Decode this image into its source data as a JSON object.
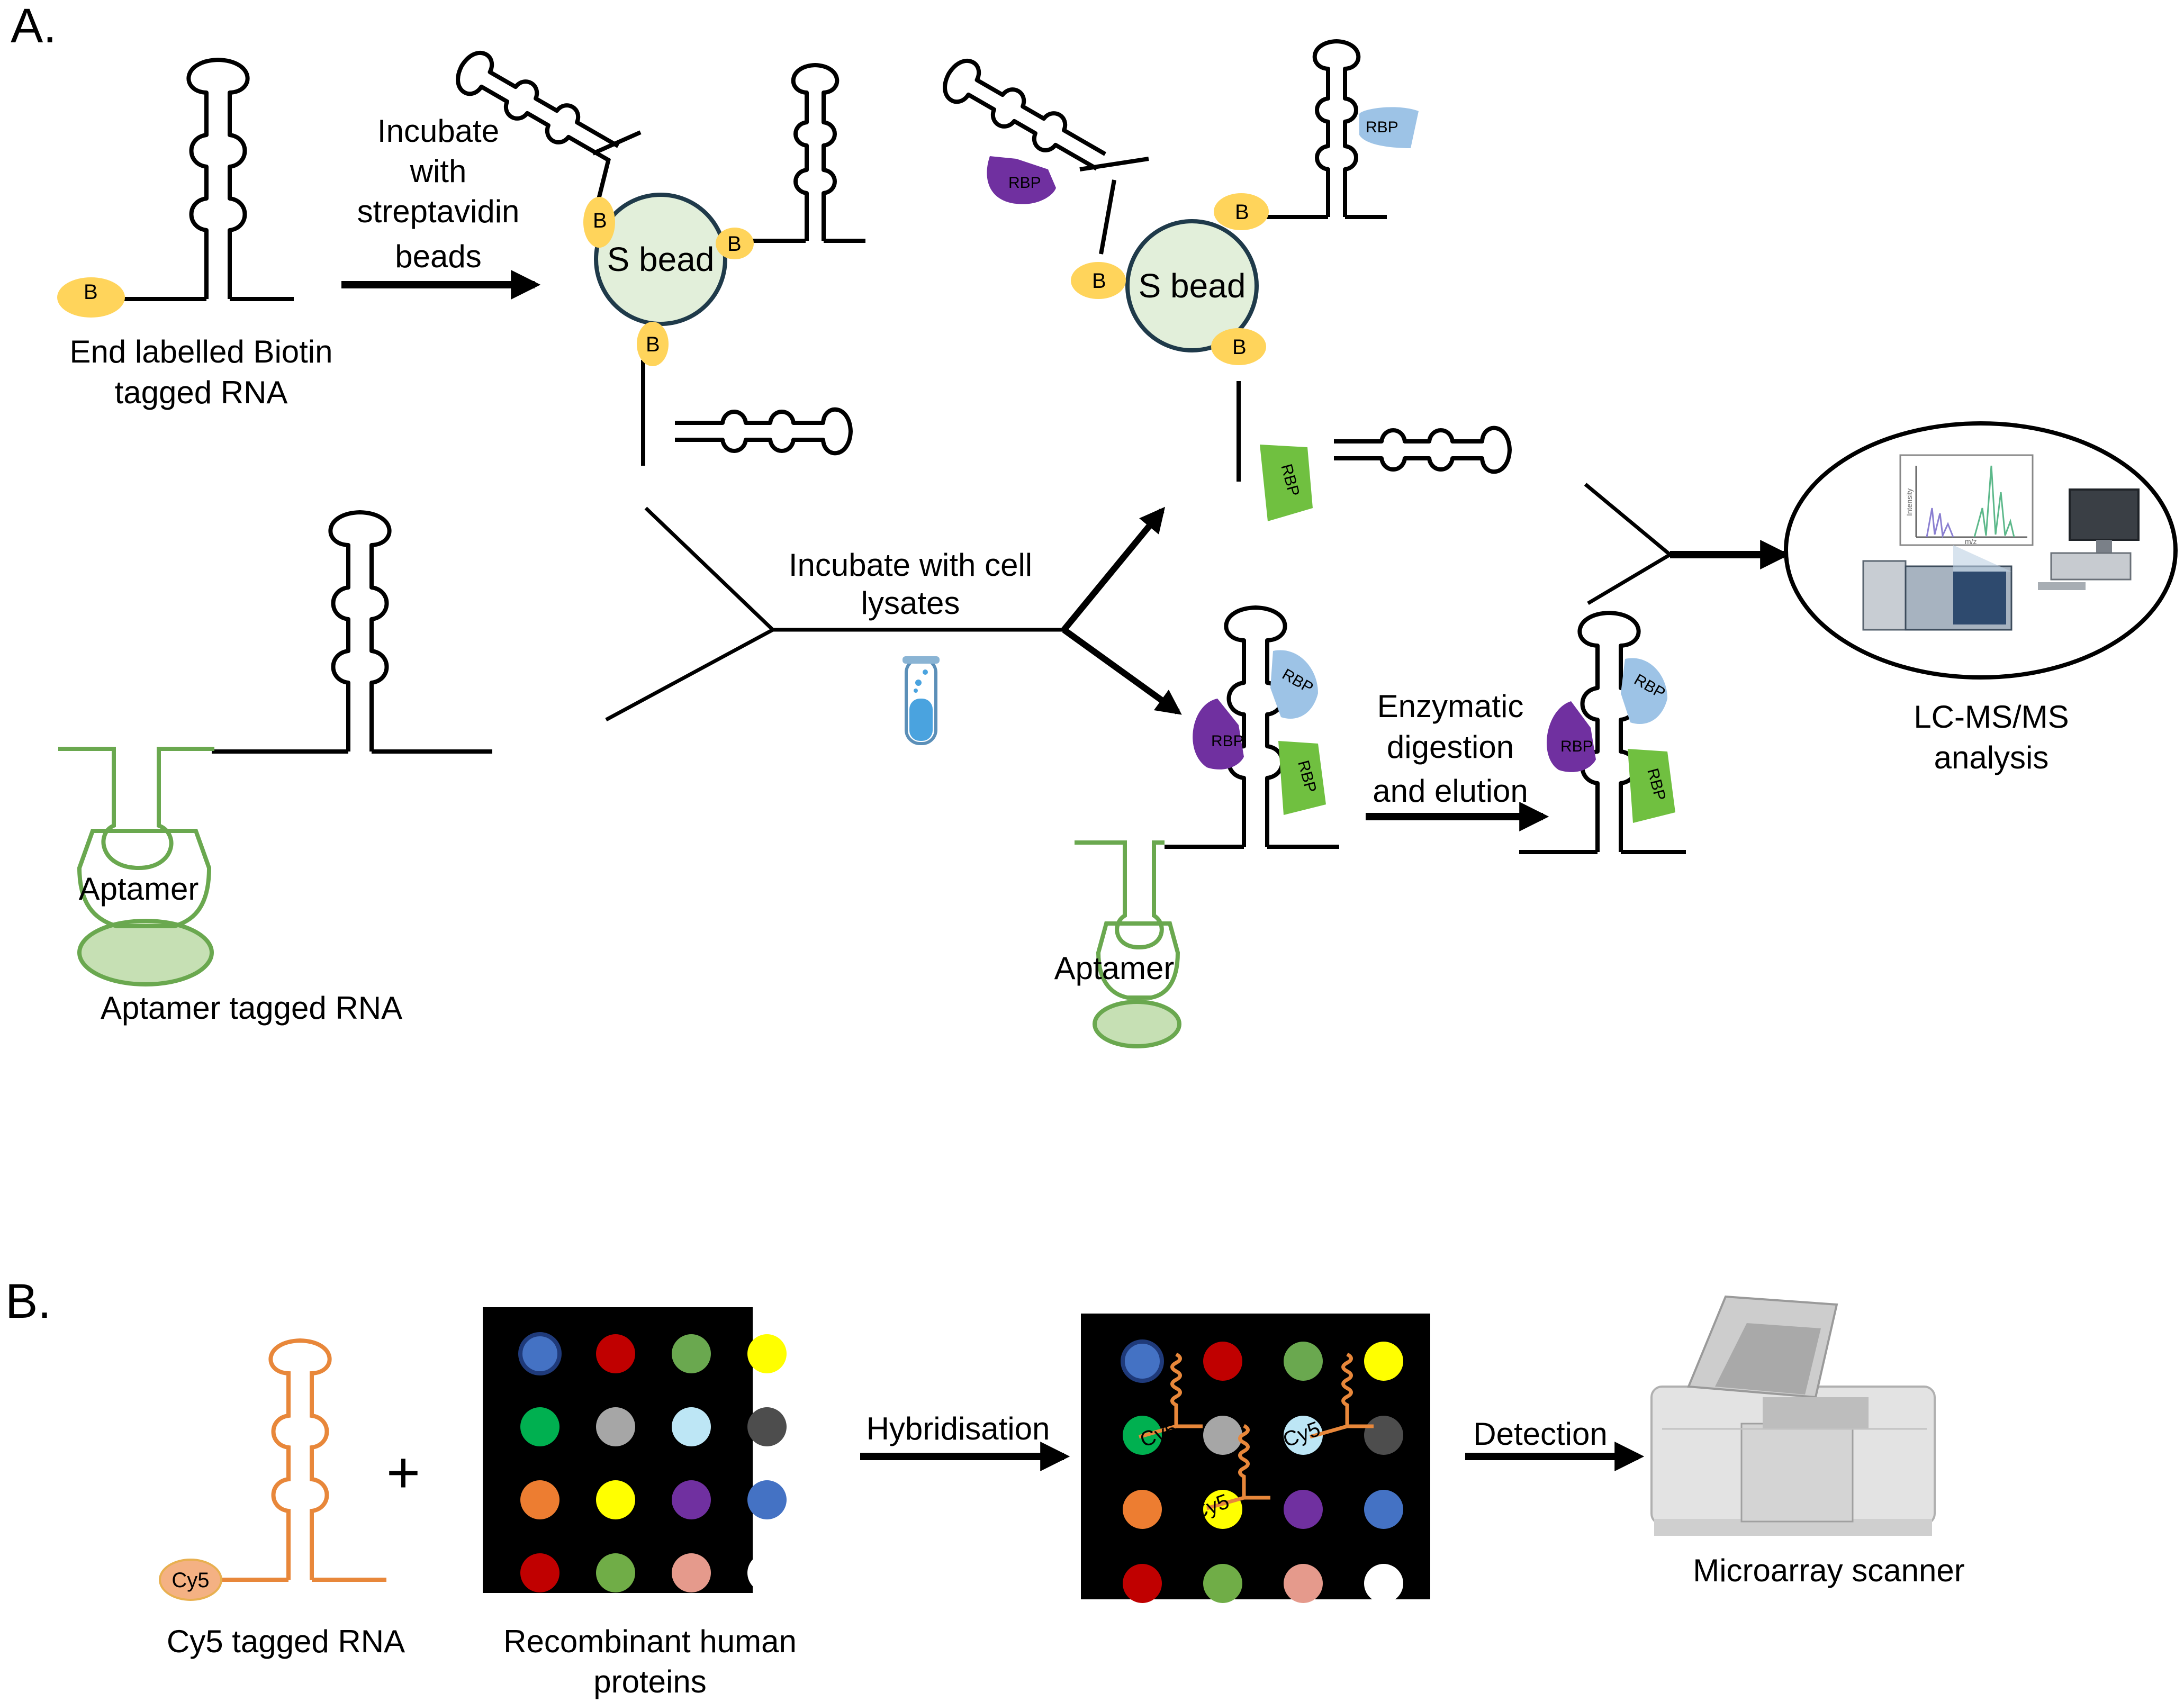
{
  "panels": {
    "a_label": "A.",
    "b_label": "B."
  },
  "panel_a": {
    "biotin_tag": "B",
    "rbp_tag": "RBP",
    "bead_label": "S bead",
    "aptamer_label": "Aptamer",
    "biotin_rna_caption": [
      "End labelled Biotin",
      "tagged RNA"
    ],
    "incubate_beads": [
      "Incubate",
      "with",
      "streptavidin",
      "beads"
    ],
    "aptamer_rna_caption": "Aptamer tagged RNA",
    "incubate_lysates": [
      "Incubate with cell",
      "lysates"
    ],
    "enzymatic": [
      "Enzymatic",
      "digestion",
      "and elution"
    ],
    "lcms": [
      "LC-MS/MS",
      "analysis"
    ],
    "ms_axis_y": "Intensity",
    "ms_axis_x": "m/z"
  },
  "panel_b": {
    "cy5_tag": "Cy5",
    "cy5_rna_caption": "Cy5 tagged RNA",
    "plus": "+",
    "proteins_caption": [
      "Recombinant human",
      "proteins"
    ],
    "hybridisation": "Hybridisation",
    "detection": "Detection",
    "scanner_caption": "Microarray scanner",
    "array_colors": [
      [
        "#4472c4",
        "#c00000",
        "#6aa84f",
        "#ffff00"
      ],
      [
        "#00b050",
        "#a6a6a6",
        "#bde6f5",
        "#4d4d4d"
      ],
      [
        "#ed7d31",
        "#ffff00",
        "#7030a0",
        "#4472c4"
      ],
      [
        "#c00000",
        "#70ad47",
        "#e59a8c",
        "#ffffff"
      ]
    ]
  },
  "colors": {
    "biotin": "#ffd45b",
    "bead_fill": "#e2efda",
    "bead_stroke": "#1f3a4a",
    "rbp_purple": "#7030a0",
    "rbp_blue": "#9dc3e6",
    "rbp_green": "#70c040",
    "aptamer_fill": "#c6e0b4",
    "aptamer_stroke": "#6aa84f",
    "cy5_rna": "#e8873a",
    "cy5_fill": "#f4b183",
    "array_bg": "#000000"
  }
}
